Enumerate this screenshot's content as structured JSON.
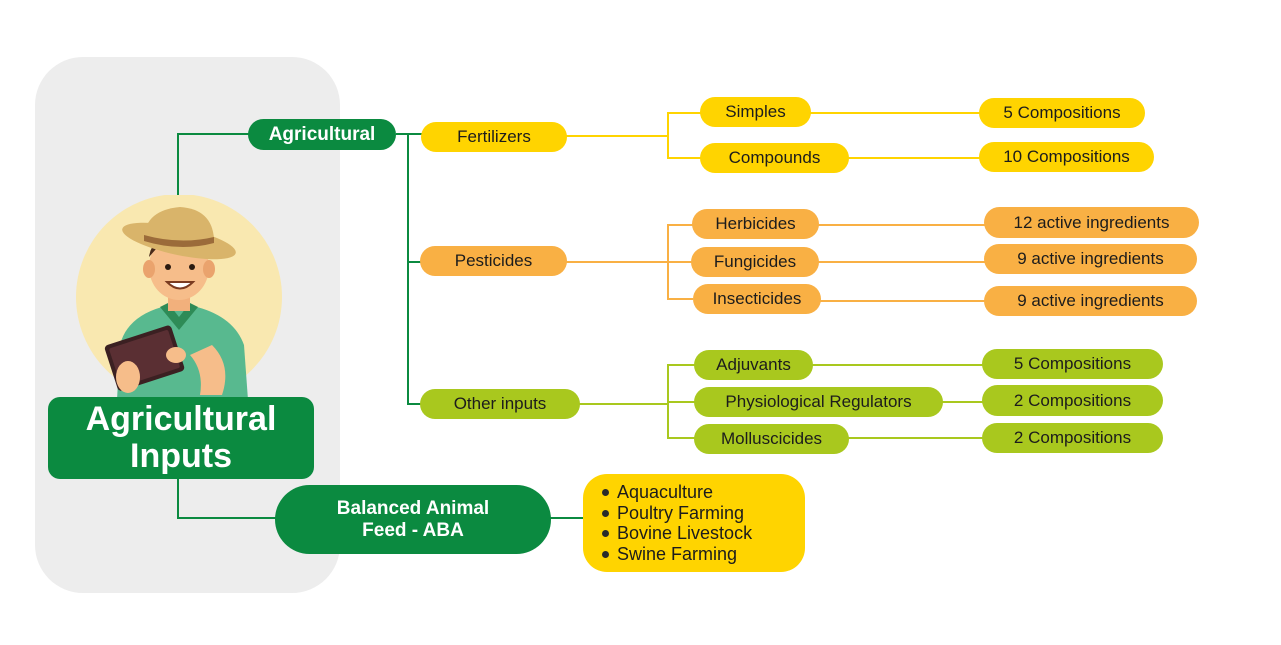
{
  "diagram": {
    "root": {
      "line1": "Agricultural",
      "line2": "Inputs"
    },
    "agricultural": {
      "label": "Agricultural",
      "fertilizers": {
        "label": "Fertilizers",
        "simples": {
          "label": "Simples",
          "detail": "5 Compositions"
        },
        "compounds": {
          "label": "Compounds",
          "detail": "10 Compositions"
        }
      },
      "pesticides": {
        "label": "Pesticides",
        "herbicides": {
          "label": "Herbicides",
          "detail": "12 active ingredients"
        },
        "fungicides": {
          "label": "Fungicides",
          "detail": "9 active ingredients"
        },
        "insecticides": {
          "label": "Insecticides",
          "detail": "9 active ingredients"
        }
      },
      "other_inputs": {
        "label": "Other inputs",
        "adjuvants": {
          "label": "Adjuvants",
          "detail": "5 Compositions"
        },
        "regulators": {
          "label": "Physiological Regulators",
          "detail": "2 Compositions"
        },
        "molluscicides": {
          "label": "Molluscicides",
          "detail": "2 Compositions"
        }
      }
    },
    "aba": {
      "line1": "Balanced Animal",
      "line2": "Feed - ABA",
      "items": [
        "Aquaculture",
        "Poultry Farming",
        "Bovine Livestock",
        "Swine Farming"
      ]
    }
  },
  "colors": {
    "dark_green": "#0b8a40",
    "yellow": "#ffd400",
    "orange": "#f9b044",
    "lime": "#a9c81e",
    "panel": "#ededed"
  },
  "icons": {
    "farmer": "farmer-with-tablet-illustration"
  }
}
